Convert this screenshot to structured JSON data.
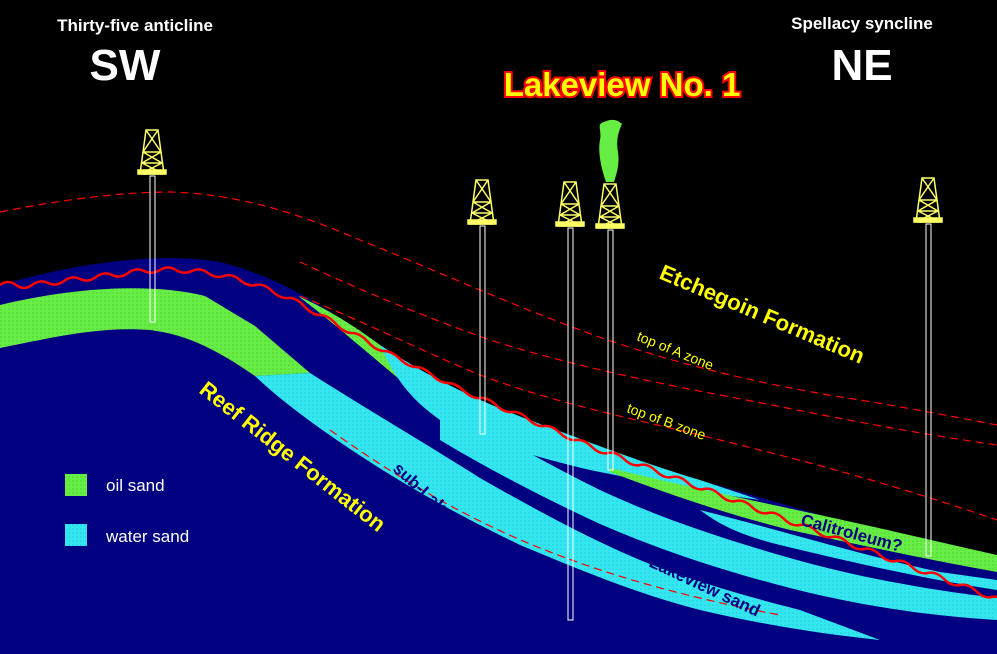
{
  "header": {
    "sw_subtitle": "Thirty-five anticline",
    "sw_direction": "SW",
    "ne_subtitle": "Spellacy syncline",
    "ne_direction": "NE",
    "title": "Lakeview No. 1"
  },
  "formations": {
    "etchegoin": "Etchegoin  Formation",
    "reef_ridge": "Reef Ridge  Formation",
    "top_a": "top of A zone",
    "top_b": "top of B zone",
    "sub_lakeview": "sub-Lakeview sand",
    "lakeview": "Lakeview sand",
    "calitroleum": "Calitroleum?"
  },
  "legend": {
    "items": [
      {
        "label": "oil sand",
        "color": "#66ee44"
      },
      {
        "label": "water sand",
        "color": "#33e6f0"
      }
    ]
  },
  "colors": {
    "background": "#000000",
    "reef_ridge_fill": "#000080",
    "oil_sand": "#66ee44",
    "water_sand": "#33e6f0",
    "contact_line": "#ff0000",
    "derrick": "#ffff66",
    "gusher": "#66ee44"
  },
  "icons": [
    "oil-derrick-icon",
    "gusher-icon"
  ]
}
